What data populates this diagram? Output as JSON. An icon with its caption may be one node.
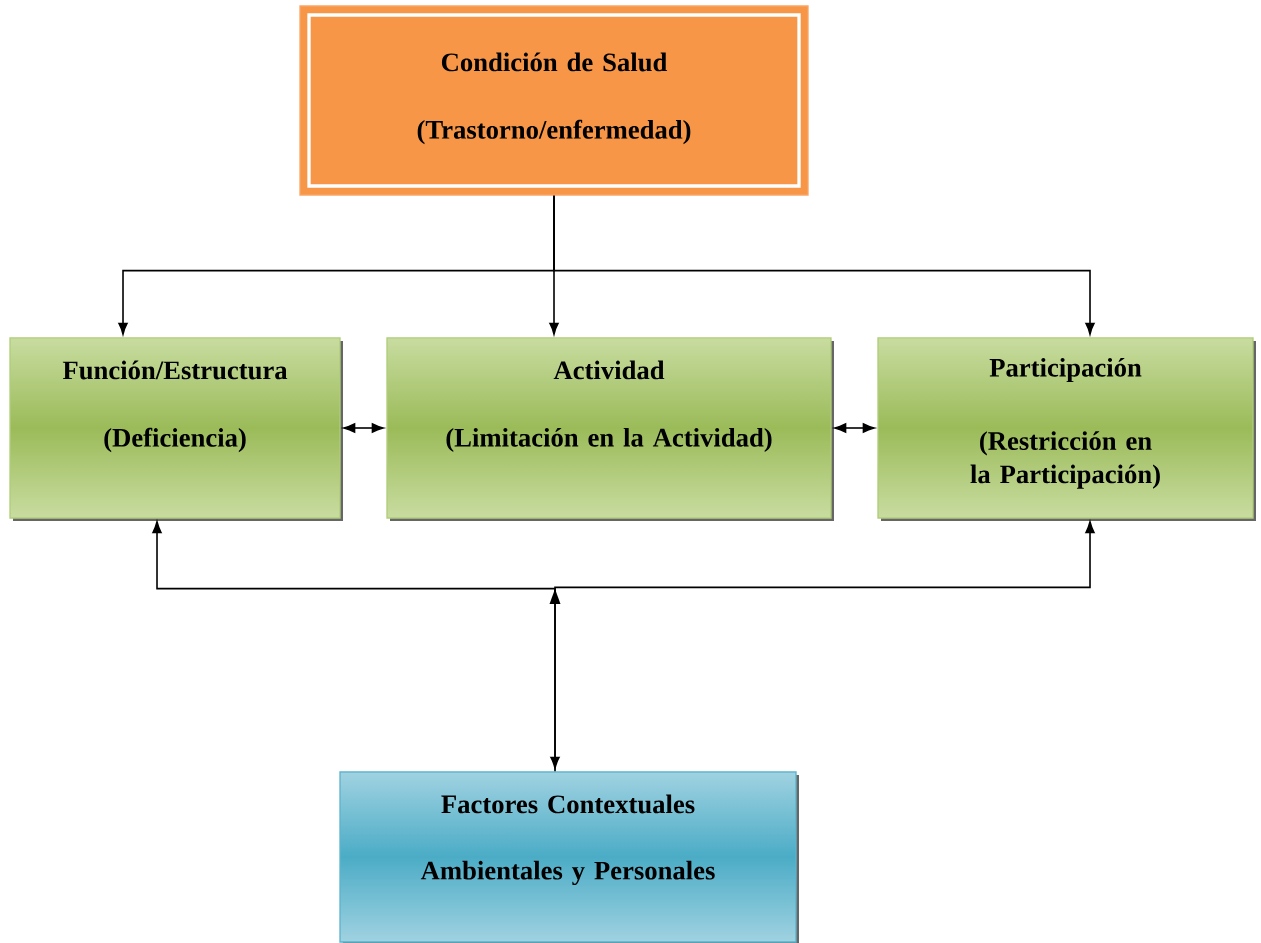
{
  "diagram": {
    "nodes": [
      {
        "text": [
          "Condición de Salud",
          "(Trastorno/enfermedad)"
        ]
      },
      {
        "text": [
          "Función/Estructura",
          "(Deficiencia)"
        ]
      },
      {
        "text": [
          "Actividad",
          "(Limitación en la Actividad)"
        ]
      },
      {
        "text": [
          "Participación",
          "(Restricción en la Participación)"
        ]
      },
      {
        "text": [
          "Factores Contextuales",
          "Ambientales y Personales"
        ]
      }
    ],
    "edges": [
      {
        "from": 0,
        "to": 1,
        "arrow": "to"
      },
      {
        "from": 0,
        "to": 2,
        "arrow": "to"
      },
      {
        "from": 0,
        "to": 3,
        "arrow": "to"
      },
      {
        "from": 1,
        "to": 2,
        "arrow": "both"
      },
      {
        "from": 2,
        "to": 3,
        "arrow": "both"
      },
      {
        "from": 1,
        "to": 4,
        "arrow": "both"
      },
      {
        "from": 4,
        "to": 3,
        "arrow": "to"
      }
    ]
  }
}
